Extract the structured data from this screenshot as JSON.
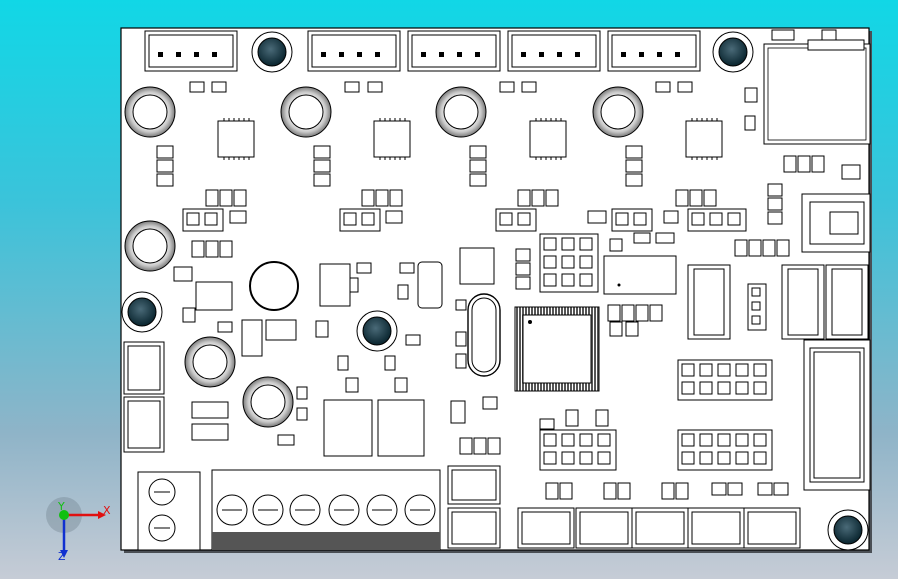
{
  "viewport": {
    "background_top": "#11d7e6",
    "background_bottom": "#c6ccd6"
  },
  "pcb": {
    "board_color": "#ffffff",
    "outline_color": "#000000",
    "shadow_color": "#4a4f55"
  },
  "axis_triad": {
    "x_label": "X",
    "y_label": "Y",
    "z_label": "Z",
    "x_color": "#e01010",
    "y_color": "#10c010",
    "z_color": "#1030d0"
  }
}
